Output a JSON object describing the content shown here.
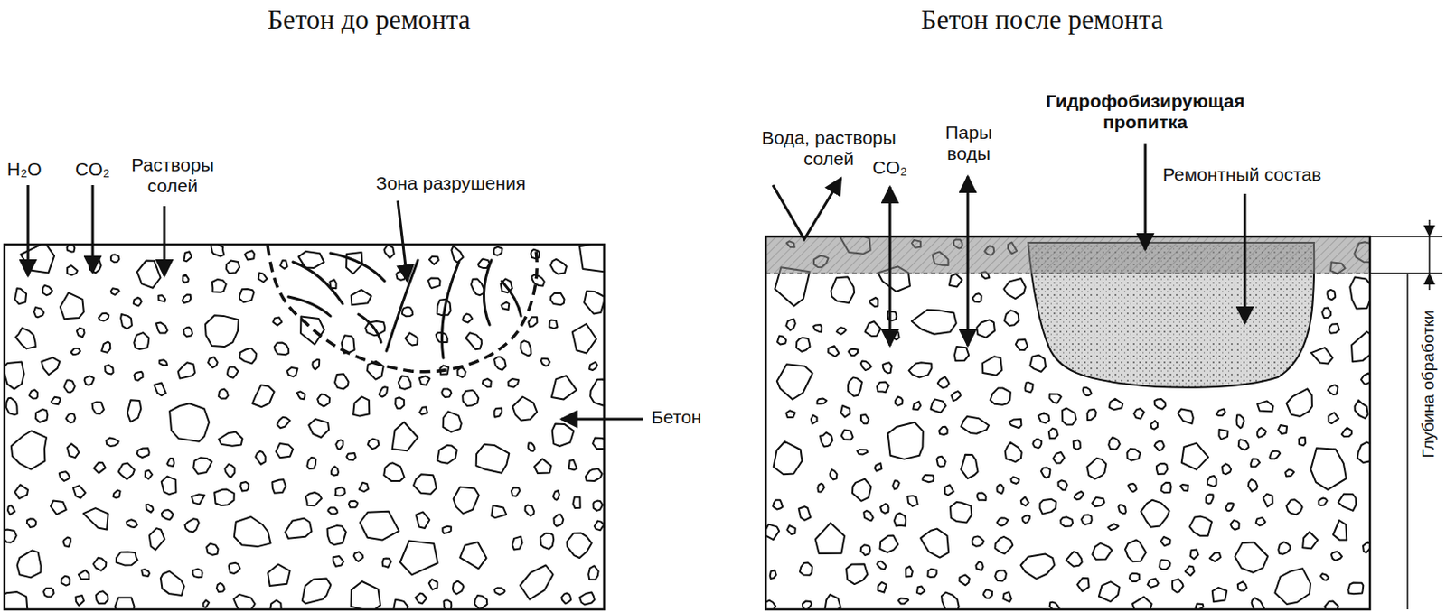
{
  "diagram": {
    "nodes": [
      {
        "text": [
          "Бетон до ремонта"
        ]
      },
      {
        "text": [
          "Бетон после ремонта"
        ]
      }
    ],
    "labels": [
      "H₂O",
      "CO₂",
      "Растворы солей",
      "Зона разрушения",
      "Бетон",
      "Вода, растворы солей",
      "CO₂",
      "Пары воды",
      "Гидрофобизирующая пропитка",
      "Ремонтный состав",
      "Глубина обработки"
    ]
  }
}
